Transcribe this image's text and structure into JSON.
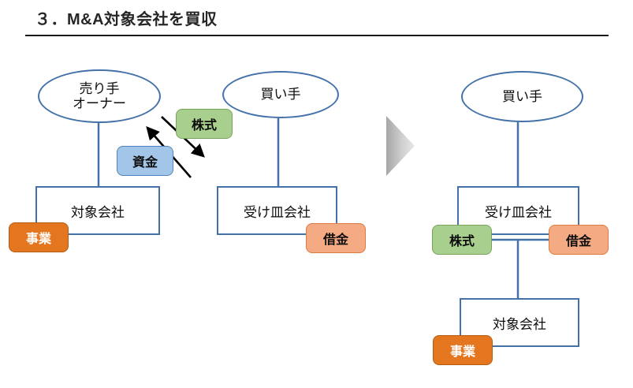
{
  "header": {
    "title": "３．M&A対象会社を買収"
  },
  "diagram": {
    "before": {
      "seller_owner": {
        "line1": "売り手",
        "line2": "オーナー"
      },
      "buyer": {
        "label": "買い手"
      },
      "target_company": {
        "label": "対象会社"
      },
      "spc_company": {
        "label": "受け皿会社"
      },
      "tag_business": {
        "label": "事業"
      },
      "tag_debt": {
        "label": "借金"
      },
      "tag_shares": {
        "label": "株式"
      },
      "tag_funds": {
        "label": "資金"
      }
    },
    "after": {
      "buyer": {
        "label": "買い手"
      },
      "spc_company": {
        "label": "受け皿会社"
      },
      "target_company": {
        "label": "対象会社"
      },
      "tag_shares": {
        "label": "株式"
      },
      "tag_debt": {
        "label": "借金"
      },
      "tag_business": {
        "label": "事業"
      }
    },
    "transition": {
      "label": ""
    }
  },
  "colors": {
    "node_border": "#4472a8",
    "connector": "#4472a8",
    "tag_green": "#a8cf8e",
    "tag_blue": "#a3c6e8",
    "tag_orange": "#e3761f",
    "tag_salmon": "#f4ab83",
    "rule": "#1a1a1a",
    "transition_arrow": "#c9c9c9"
  }
}
